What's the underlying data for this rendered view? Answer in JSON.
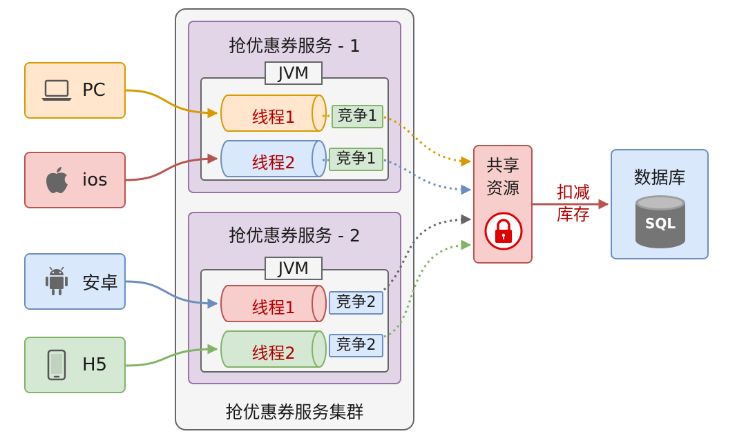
{
  "cluster": {
    "label": "抢优惠券服务集群"
  },
  "services": [
    {
      "title": "抢优惠券服务 - 1",
      "jvm_label": "JVM",
      "threads": [
        {
          "label": "线程1",
          "compete": "竞争1",
          "color": "#d79b00",
          "fill": "#ffe6cc"
        },
        {
          "label": "线程2",
          "compete": "竞争1",
          "color": "#6c8ebf",
          "fill": "#dae8fc"
        }
      ]
    },
    {
      "title": "抢优惠券服务 - 2",
      "jvm_label": "JVM",
      "threads": [
        {
          "label": "线程1",
          "compete": "竞争2",
          "color": "#b85450",
          "fill": "#f8cecc"
        },
        {
          "label": "线程2",
          "compete": "竞争2",
          "color": "#82b366",
          "fill": "#d5e8d4"
        }
      ]
    }
  ],
  "clients": [
    {
      "label": "PC",
      "icon": "laptop-icon",
      "fill": "#ffe6cc",
      "stroke": "#d79b00"
    },
    {
      "label": "ios",
      "icon": "apple-icon",
      "fill": "#f8cecc",
      "stroke": "#b85450"
    },
    {
      "label": "安卓",
      "icon": "android-icon",
      "fill": "#dae8fc",
      "stroke": "#6c8ebf"
    },
    {
      "label": "H5",
      "icon": "mobile-phone-icon",
      "fill": "#d5e8d4",
      "stroke": "#82b366"
    }
  ],
  "resource": {
    "line1": "共享",
    "line2": "资源",
    "icon": "lock-icon"
  },
  "action": {
    "line1": "扣减",
    "line2": "库存"
  },
  "database": {
    "title": "数据库",
    "icon": "sql-database-icon",
    "icon_text": "SQL"
  },
  "colors": {
    "orange": "#d79b00",
    "red": "#b85450",
    "blue": "#6c8ebf",
    "green": "#82b366",
    "dark": "#666666",
    "purple": "#9673a6",
    "thread_text": "#b20000"
  }
}
